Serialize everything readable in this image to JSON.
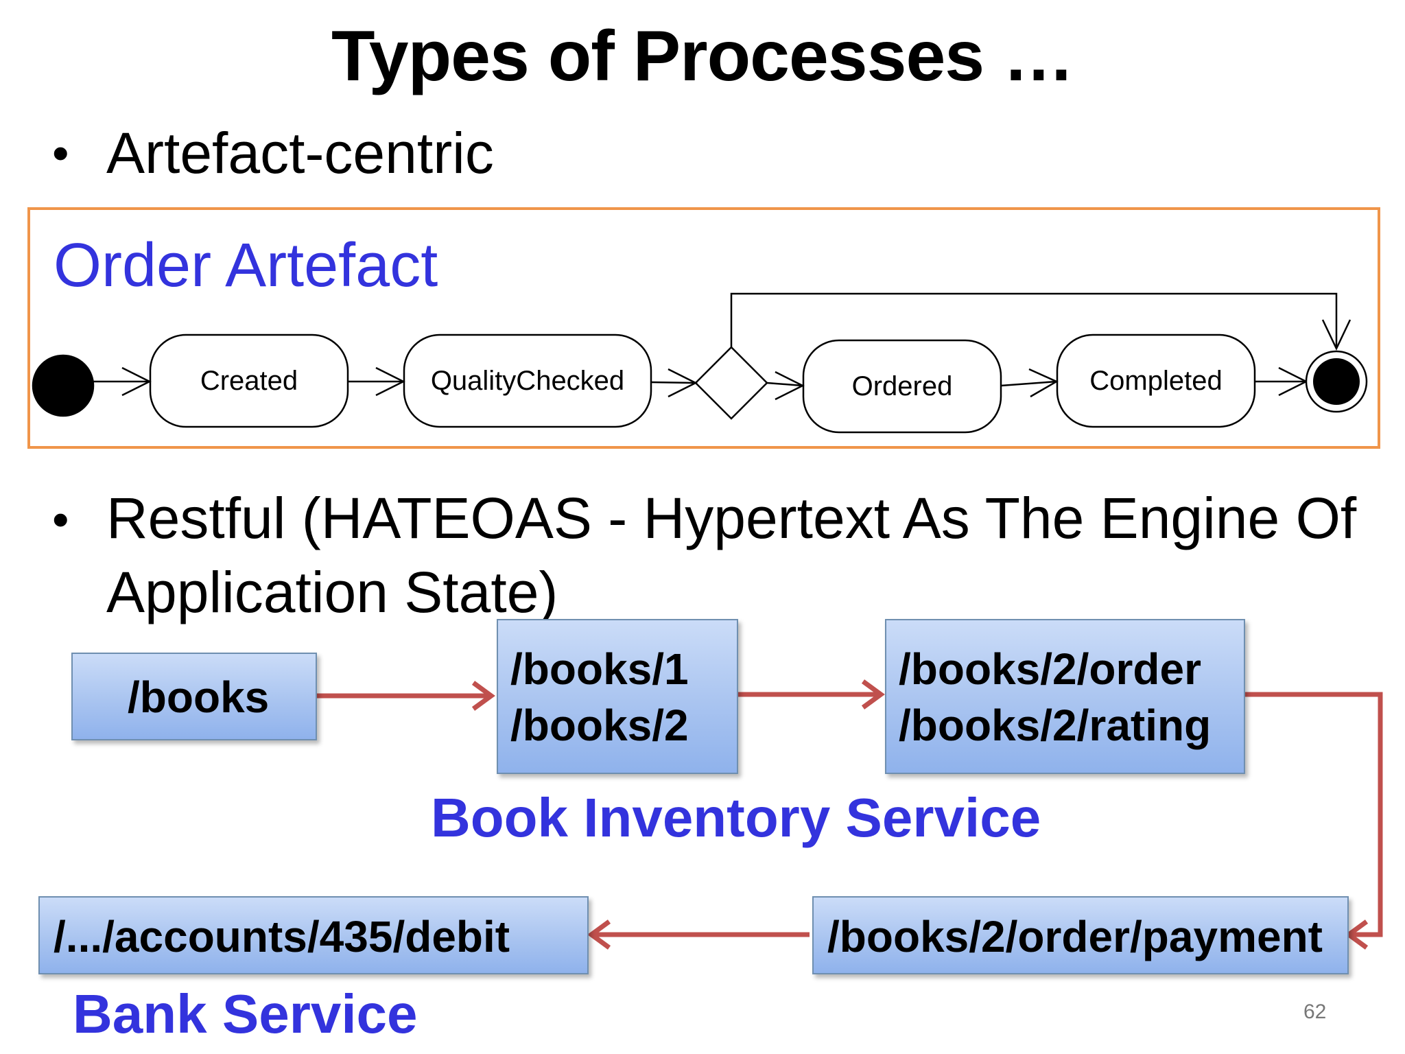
{
  "slide": {
    "title": "Types of Processes …",
    "bullet_symbol": "•",
    "bullet1": "Artefact-centric",
    "bullet2_line1": "Restful (HATEOAS - Hypertext As The Engine Of",
    "bullet2_line2": "Application State)",
    "page_number": "62"
  },
  "order_artefact": {
    "heading": "Order Artefact",
    "states": [
      "Created",
      "QualityChecked",
      "Ordered",
      "Completed"
    ],
    "colors": {
      "frame": "#f0954a",
      "heading": "#3333dd"
    }
  },
  "hateoas": {
    "resources": [
      "/books",
      "/books/1\n/books/2",
      "/books/2/order\n/books/2/rating",
      "/books/2/order/payment",
      "/.../accounts/435/debit"
    ],
    "book_service_label": "Book Inventory Service",
    "bank_service_label": "Bank Service",
    "colors": {
      "arrow": "#c0504d",
      "box_top": "#cbdcf8",
      "box_bottom": "#8fb2ec",
      "label": "#3333dd"
    }
  }
}
